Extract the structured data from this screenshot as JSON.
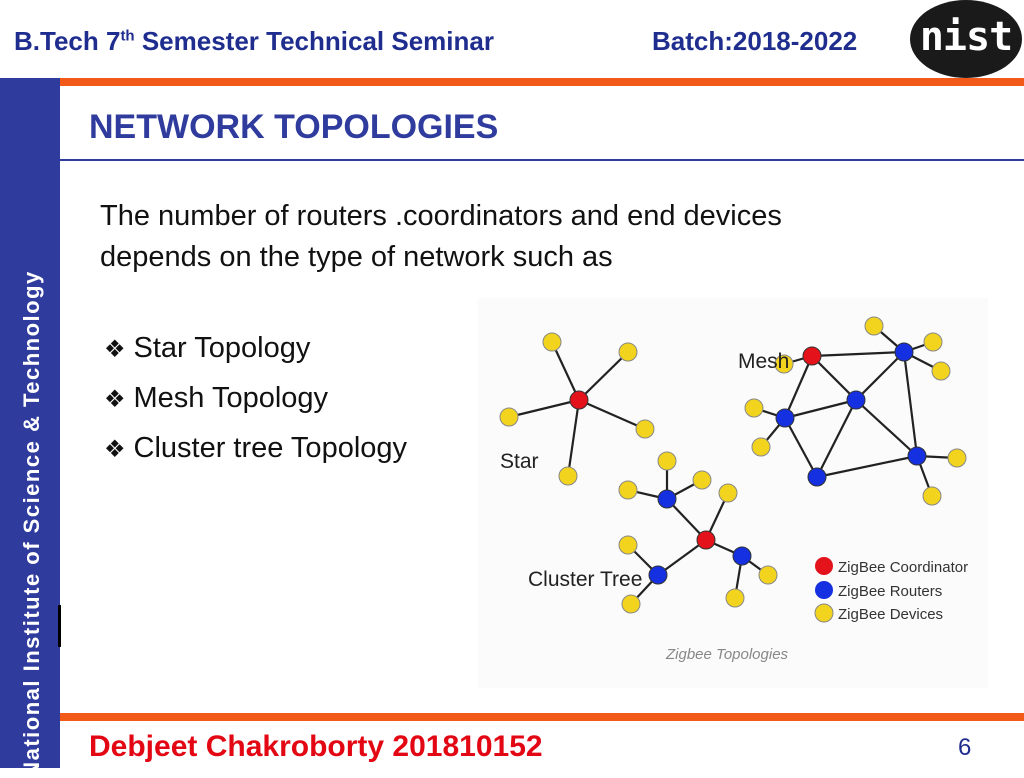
{
  "header": {
    "title_pre": "B.Tech 7",
    "title_sup": "th",
    "title_post": " Semester Technical Seminar",
    "batch": "Batch:2018-2022",
    "logo_text": "nist"
  },
  "sidebar": {
    "text": "National Institute of Science & Technology"
  },
  "slide": {
    "title": "NETWORK TOPOLOGIES",
    "paragraph": "The number of routers .coordinators and end devices depends on the type of network such as",
    "bullets": [
      {
        "icon": "diamond-bullet-icon",
        "label": "Star Topology"
      },
      {
        "icon": "diamond-bullet-icon",
        "label": "Mesh Topology"
      },
      {
        "icon": "diamond-bullet-icon",
        "label": "Cluster tree Topology"
      }
    ]
  },
  "figure": {
    "labels": {
      "star": "Star",
      "mesh": "Mesh",
      "cluster": "Cluster Tree"
    },
    "legend": [
      {
        "label": "ZigBee Coordinator",
        "color": "#e3121b"
      },
      {
        "label": "ZigBee Routers",
        "color": "#1430e0"
      },
      {
        "label": "ZigBee Devices",
        "color": "#f2d41f"
      }
    ],
    "caption": "Zigbee Topologies"
  },
  "footer": {
    "author": "Debjeet Chakroborty 201810152",
    "page": "6"
  },
  "colors": {
    "accent_orange": "#f25a1a",
    "navy": "#2f3c9e",
    "author_red": "#e30613"
  }
}
